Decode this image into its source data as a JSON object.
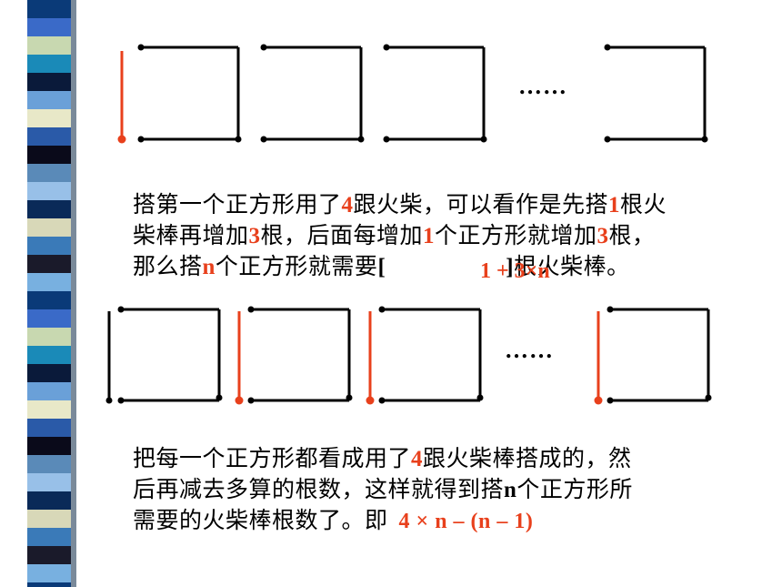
{
  "decoration": {
    "stripe_colors": [
      "#0a3a78",
      "#3a6ac8",
      "#c8d8b0",
      "#1a8ab8",
      "#0a1a3a",
      "#6aa0d8",
      "#e8e8c8",
      "#2a5aa8",
      "#0a0a1a",
      "#5a8ab8",
      "#98c0e8",
      "#0a2a58",
      "#d8d8b8",
      "#3a7ab8",
      "#1a1a2a",
      "#78b0e0"
    ],
    "border_color": "#7a8a9a"
  },
  "colors": {
    "accent": "#e8401c",
    "stick": "#000000"
  },
  "figure1": {
    "ellipsis": "……"
  },
  "paragraph1": {
    "line1_a": "搭第一个正方形用了",
    "line1_num": "4",
    "line1_b": "跟火柴，可以看作是先搭",
    "line1_num2": "1",
    "line1_c": "根火",
    "line2_a": "柴棒再增加",
    "line2_num": "3",
    "line2_b": "根，后面每增加",
    "line2_num2": "1",
    "line2_c": "个正方形就增加",
    "line2_num3": "3",
    "line2_d": "根，",
    "line3_a": "那么搭",
    "line3_n": "n",
    "line3_b": "个正方形就需要",
    "line3_bracket_open": "[",
    "line3_bracket_close": "]",
    "line3_c": "根火柴棒。",
    "formula": "1 + 3×n"
  },
  "figure2": {
    "ellipsis": "……"
  },
  "paragraph2": {
    "line1_a": "把每一个正方形都看成用了",
    "line1_num": "4",
    "line1_b": "跟火柴棒搭成的，然",
    "line2_a": "后再减去多算的根数，这样就得到搭",
    "line2_n": "n",
    "line2_b": "个正方形所",
    "line3_a": "需要的火柴棒根数了。即",
    "formula": "4 × n – (n – 1)"
  }
}
